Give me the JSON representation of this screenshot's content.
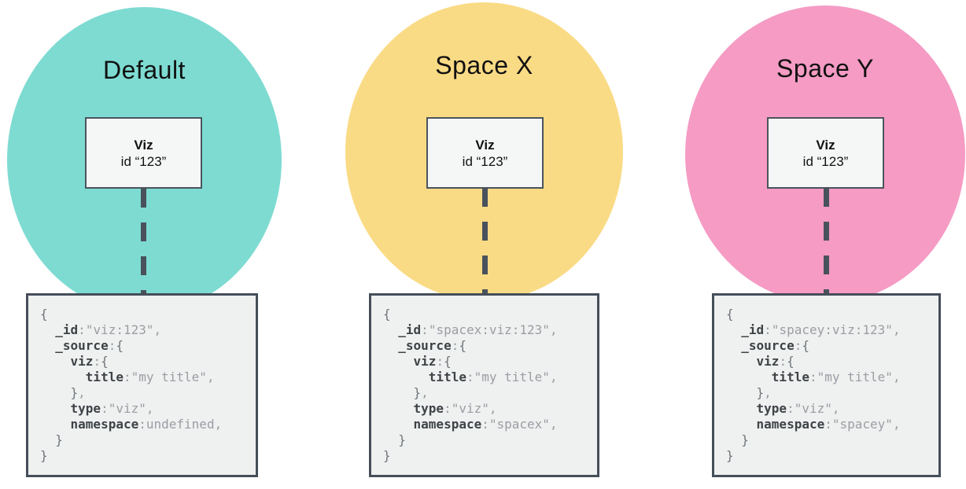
{
  "diagram": {
    "background": "#ffffff",
    "link_color": "#49525c",
    "code_colors": {
      "key": "#3e4347",
      "value": "#9a9ea3",
      "brace": "#6e7478"
    }
  },
  "panels": [
    {
      "name": "default",
      "circle": {
        "label": "Default",
        "color": "#7edbd2"
      },
      "viz": {
        "title": "Viz",
        "id_line": "id “123”"
      },
      "code": [
        [
          {
            "c": "b",
            "t": "{"
          }
        ],
        [
          {
            "c": "p",
            "t": "  "
          },
          {
            "c": "k",
            "t": "_id"
          },
          {
            "c": "p",
            "t": ":"
          },
          {
            "c": "v",
            "t": "\"viz:123\""
          },
          {
            "c": "p",
            "t": ","
          }
        ],
        [
          {
            "c": "p",
            "t": "  "
          },
          {
            "c": "k",
            "t": "_source"
          },
          {
            "c": "p",
            "t": ":"
          },
          {
            "c": "b",
            "t": "{"
          }
        ],
        [
          {
            "c": "p",
            "t": "    "
          },
          {
            "c": "k",
            "t": "viz"
          },
          {
            "c": "p",
            "t": ":"
          },
          {
            "c": "b",
            "t": "{"
          }
        ],
        [
          {
            "c": "p",
            "t": "      "
          },
          {
            "c": "k",
            "t": "title"
          },
          {
            "c": "p",
            "t": ":"
          },
          {
            "c": "v",
            "t": "\"my title\""
          },
          {
            "c": "p",
            "t": ","
          }
        ],
        [
          {
            "c": "p",
            "t": "    "
          },
          {
            "c": "b",
            "t": "}"
          },
          {
            "c": "p",
            "t": ","
          }
        ],
        [
          {
            "c": "p",
            "t": "    "
          },
          {
            "c": "k",
            "t": "type"
          },
          {
            "c": "p",
            "t": ":"
          },
          {
            "c": "v",
            "t": "\"viz\""
          },
          {
            "c": "p",
            "t": ","
          }
        ],
        [
          {
            "c": "p",
            "t": "    "
          },
          {
            "c": "k",
            "t": "namespace"
          },
          {
            "c": "p",
            "t": ":"
          },
          {
            "c": "v",
            "t": "undefined"
          },
          {
            "c": "p",
            "t": ","
          }
        ],
        [
          {
            "c": "p",
            "t": "  "
          },
          {
            "c": "b",
            "t": "}"
          }
        ],
        [
          {
            "c": "b",
            "t": "}"
          }
        ]
      ]
    },
    {
      "name": "space-x",
      "circle": {
        "label": "Space X",
        "color": "#fadb85"
      },
      "viz": {
        "title": "Viz",
        "id_line": "id “123”"
      },
      "code": [
        [
          {
            "c": "b",
            "t": "{"
          }
        ],
        [
          {
            "c": "p",
            "t": "  "
          },
          {
            "c": "k",
            "t": "_id"
          },
          {
            "c": "p",
            "t": ":"
          },
          {
            "c": "v",
            "t": "\"spacex:viz:123\""
          },
          {
            "c": "p",
            "t": ","
          }
        ],
        [
          {
            "c": "p",
            "t": "  "
          },
          {
            "c": "k",
            "t": "_source"
          },
          {
            "c": "p",
            "t": ":"
          },
          {
            "c": "b",
            "t": "{"
          }
        ],
        [
          {
            "c": "p",
            "t": "    "
          },
          {
            "c": "k",
            "t": "viz"
          },
          {
            "c": "p",
            "t": ":"
          },
          {
            "c": "b",
            "t": "{"
          }
        ],
        [
          {
            "c": "p",
            "t": "      "
          },
          {
            "c": "k",
            "t": "title"
          },
          {
            "c": "p",
            "t": ":"
          },
          {
            "c": "v",
            "t": "\"my title\""
          },
          {
            "c": "p",
            "t": ","
          }
        ],
        [
          {
            "c": "p",
            "t": "    "
          },
          {
            "c": "b",
            "t": "}"
          },
          {
            "c": "p",
            "t": ","
          }
        ],
        [
          {
            "c": "p",
            "t": "    "
          },
          {
            "c": "k",
            "t": "type"
          },
          {
            "c": "p",
            "t": ":"
          },
          {
            "c": "v",
            "t": "\"viz\""
          },
          {
            "c": "p",
            "t": ","
          }
        ],
        [
          {
            "c": "p",
            "t": "    "
          },
          {
            "c": "k",
            "t": "namespace"
          },
          {
            "c": "p",
            "t": ":"
          },
          {
            "c": "v",
            "t": "\"spacex\""
          },
          {
            "c": "p",
            "t": ","
          }
        ],
        [
          {
            "c": "p",
            "t": "  "
          },
          {
            "c": "b",
            "t": "}"
          }
        ],
        [
          {
            "c": "b",
            "t": "}"
          }
        ]
      ]
    },
    {
      "name": "space-y",
      "circle": {
        "label": "Space Y",
        "color": "#f59bc4"
      },
      "viz": {
        "title": "Viz",
        "id_line": "id “123”"
      },
      "code": [
        [
          {
            "c": "b",
            "t": "{"
          }
        ],
        [
          {
            "c": "p",
            "t": "  "
          },
          {
            "c": "k",
            "t": "_id"
          },
          {
            "c": "p",
            "t": ":"
          },
          {
            "c": "v",
            "t": "\"spacey:viz:123\""
          },
          {
            "c": "p",
            "t": ","
          }
        ],
        [
          {
            "c": "p",
            "t": "  "
          },
          {
            "c": "k",
            "t": "_source"
          },
          {
            "c": "p",
            "t": ":"
          },
          {
            "c": "b",
            "t": "{"
          }
        ],
        [
          {
            "c": "p",
            "t": "    "
          },
          {
            "c": "k",
            "t": "viz"
          },
          {
            "c": "p",
            "t": ":"
          },
          {
            "c": "b",
            "t": "{"
          }
        ],
        [
          {
            "c": "p",
            "t": "      "
          },
          {
            "c": "k",
            "t": "title"
          },
          {
            "c": "p",
            "t": ":"
          },
          {
            "c": "v",
            "t": "\"my title\""
          },
          {
            "c": "p",
            "t": ","
          }
        ],
        [
          {
            "c": "p",
            "t": "    "
          },
          {
            "c": "b",
            "t": "}"
          },
          {
            "c": "p",
            "t": ","
          }
        ],
        [
          {
            "c": "p",
            "t": "    "
          },
          {
            "c": "k",
            "t": "type"
          },
          {
            "c": "p",
            "t": ":"
          },
          {
            "c": "v",
            "t": "\"viz\""
          },
          {
            "c": "p",
            "t": ","
          }
        ],
        [
          {
            "c": "p",
            "t": "    "
          },
          {
            "c": "k",
            "t": "namespace"
          },
          {
            "c": "p",
            "t": ":"
          },
          {
            "c": "v",
            "t": "\"spacey\""
          },
          {
            "c": "p",
            "t": ","
          }
        ],
        [
          {
            "c": "p",
            "t": "  "
          },
          {
            "c": "b",
            "t": "}"
          }
        ],
        [
          {
            "c": "b",
            "t": "}"
          }
        ]
      ]
    }
  ]
}
